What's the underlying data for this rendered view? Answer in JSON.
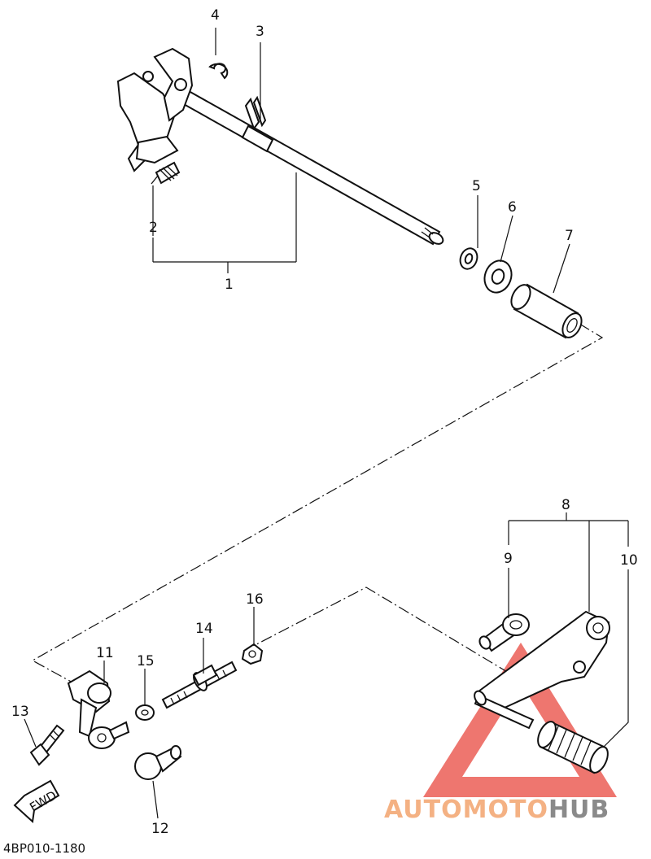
{
  "labels": {
    "p1": "1",
    "p2": "2",
    "p3": "3",
    "p4": "4",
    "p5": "5",
    "p6": "6",
    "p7": "7",
    "p8": "8",
    "p9": "9",
    "p10": "10",
    "p11": "11",
    "p12": "12",
    "p13": "13",
    "p14": "14",
    "p15": "15",
    "p16": "16"
  },
  "fwd_label": "FWD",
  "diagram_code": "4BP010-1180",
  "watermark": {
    "part1": "AUTOMOTO",
    "part2": "HUB",
    "color1": "#f4b183",
    "color2": "#8a8a8a",
    "triangle_color": "#e8483f"
  }
}
